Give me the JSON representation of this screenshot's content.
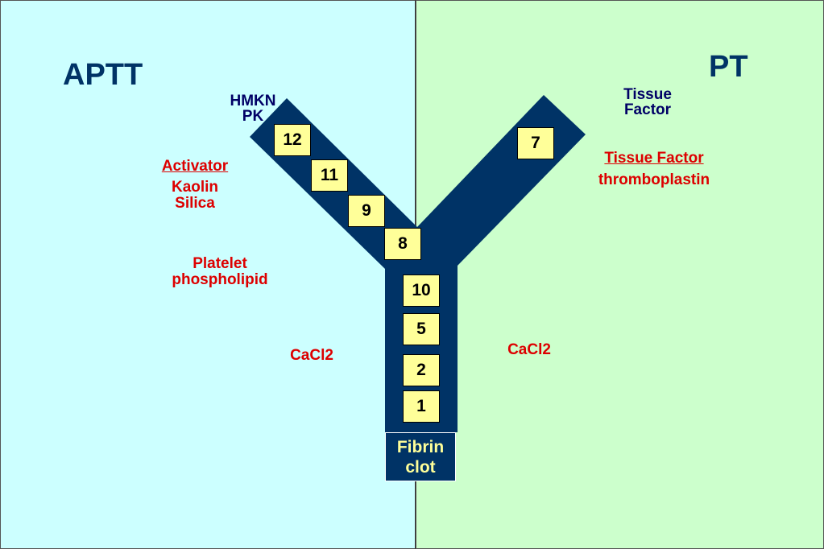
{
  "aptt": {
    "heading": "APTT",
    "contact": [
      "HMKN",
      "PK"
    ],
    "activator_label": "Activator",
    "activator_items": [
      "Kaolin",
      "Silica"
    ],
    "platelet": [
      "Platelet",
      "phospholipid"
    ],
    "cacl2": "CaCl2"
  },
  "pt": {
    "heading": "PT",
    "tissue_factor": [
      "Tissue",
      "Factor"
    ],
    "tissue_factor_reagent": "Tissue Factor",
    "thromboplastin": "thromboplastin",
    "cacl2": "CaCl2"
  },
  "factors": {
    "intrinsic": [
      "12",
      "11",
      "9",
      "8"
    ],
    "extrinsic": [
      "7"
    ],
    "common": [
      "10",
      "5",
      "2",
      "1"
    ]
  },
  "fibrin": [
    "Fibrin",
    "clot"
  ],
  "colors": {
    "aptt_bg": "#ccffff",
    "pt_bg": "#ccffcc",
    "pathway": "#003366",
    "factor_box": "#ffff99",
    "reagent_text": "#dd0000",
    "label_text": "#000066"
  }
}
